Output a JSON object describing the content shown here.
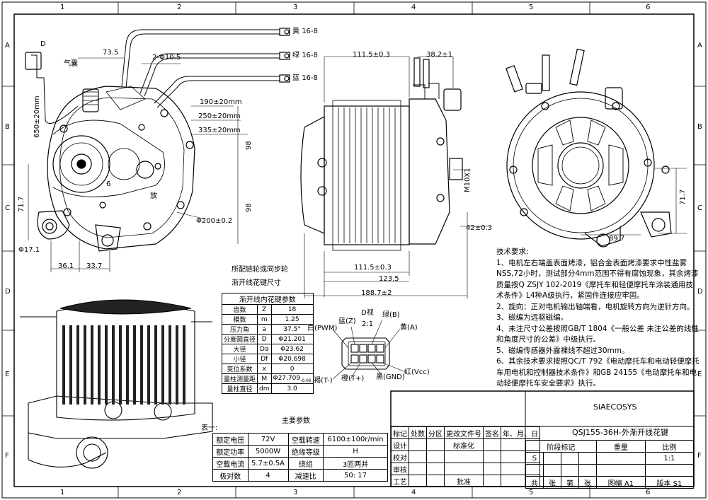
{
  "grid": {
    "cols": [
      "1",
      "2",
      "3",
      "4",
      "5",
      "6"
    ],
    "rows": [
      "A",
      "B",
      "C",
      "D",
      "E",
      "F"
    ]
  },
  "wires": [
    {
      "name": "黄",
      "size": "16-8"
    },
    {
      "name": "绿",
      "size": "16-8"
    },
    {
      "name": "蓝",
      "size": "16-8"
    }
  ],
  "front_view": {
    "label_d": "D",
    "label_qinang": "气囊",
    "label_fang": "放",
    "dim_73_5": "73.5",
    "dim_2phi": "2-Φ10.5",
    "dim_650": "650±20mm",
    "dim_190": "190±20mm",
    "dim_250": "250±20mm",
    "dim_335": "335±20mm",
    "dim_98a": "98",
    "dim_98b": "98",
    "dim_71_7": "71.7",
    "dim_6": "6",
    "dim_phi200": "Φ200±0.2",
    "dim_phi17_1": "Φ17.1",
    "dim_36_1": "36.1",
    "dim_33_7": "33.7"
  },
  "side_view": {
    "dim_111_5_top": "111.5±0.3",
    "dim_38_2": "38.2±1",
    "dim_m10": "M10X1",
    "dim_42": "42±0.3",
    "dim_111_5_bot": "111.5±0.3",
    "dim_123_5": "123.5",
    "dim_188_7": "188.7±2"
  },
  "rear_view": {
    "dim_71_7": "71.7",
    "dim_89_7": "89.7"
  },
  "spline_note": [
    "所配链轮或同步轮",
    "渐开线花键尺寸"
  ],
  "spline_table": {
    "title": "渐开线内花键参数",
    "rows": [
      [
        "齿数",
        "Z",
        "18"
      ],
      [
        "模数",
        "m",
        "1.25"
      ],
      [
        "压力角",
        "a",
        "37.5°"
      ],
      [
        "分度圆直径",
        "D",
        "Φ21.201"
      ],
      [
        "大径",
        "Da",
        "Φ23.62"
      ],
      [
        "小径",
        "Df",
        "Φ20.698"
      ],
      [
        "变位系数",
        "x",
        "0"
      ],
      [
        "量柱测量距",
        "M",
        "Φ27.709"
      ],
      [
        "量柱直径",
        "dm",
        "3.0"
      ]
    ],
    "m_tol": "-0.06"
  },
  "connector": {
    "d_label": "D视",
    "ratio": "2:1",
    "pins_top": [
      "蓝(Z)",
      "绿(B)"
    ],
    "pins_left": "白(PWM)",
    "pins_right": "黄(A)",
    "pins_bottom": [
      "褐(T-)",
      "橙(T+)",
      "黑(GND)",
      "红(Vcc)"
    ]
  },
  "main_params": {
    "title": "主要参数",
    "table_label": "表一:",
    "rows": [
      [
        "额定电压",
        "72V",
        "空载转速",
        "6100±100r/min"
      ],
      [
        "额定功率",
        "5000W",
        "绝缘等级",
        "H"
      ],
      [
        "空载电流",
        "5.7±0.5A",
        "绕组",
        "3匝两并"
      ],
      [
        "极对数",
        "4",
        "减速比",
        "50: 17"
      ]
    ]
  },
  "requirements": {
    "title": "技术要求:",
    "items": [
      "1、电机左右端盖表面烤漆，铝合金表面烤漆要求中性盐雾NSS,72小时，测试部分4mm范围不得有腐蚀现象，其余烤漆质量按Q ZSJY 102-2019《摩托车和轻便摩托车涂装通用技术条件》L4种A级执行，紧固件连接应牢固。",
      "2、旋向：正对电机输出轴端看，电机旋转方向为逆针方向。",
      "3、磁编为远驱磁编。",
      "4、未注尺寸公差按照GB/T 1804《一般公差 未注公差的线性和角度尺寸的公差》中级执行。",
      "5、磁编传感器外露裸线不超过30mm。",
      "6、其余技术要求按照QC/T 792《电动摩托车和电动轻便摩托车用电机和控制器技术条件》和GB 24155《电动摩托车和电动轻便摩托车安全要求》执行。"
    ]
  },
  "title_block": {
    "company": "SiAECOSYS",
    "drawing_name": "QSJ155-36H-外渐开线花键",
    "headers": [
      "标记",
      "处数",
      "分区",
      "更改文件号",
      "签名",
      "年、月、日"
    ],
    "row_labels": [
      "设计",
      "校对",
      "审核",
      "工艺"
    ],
    "std_label": "标准化",
    "approve_label": "批准",
    "stage_label": "阶段标记",
    "weight_label": "重量",
    "scale_label": "比例",
    "stage_value": "S",
    "scale_value": "1:1",
    "sheets": [
      "共",
      "张",
      "第",
      "张"
    ],
    "format_label": "图幅",
    "format_value": "A1",
    "version_label": "版本",
    "version_value": "S1"
  }
}
